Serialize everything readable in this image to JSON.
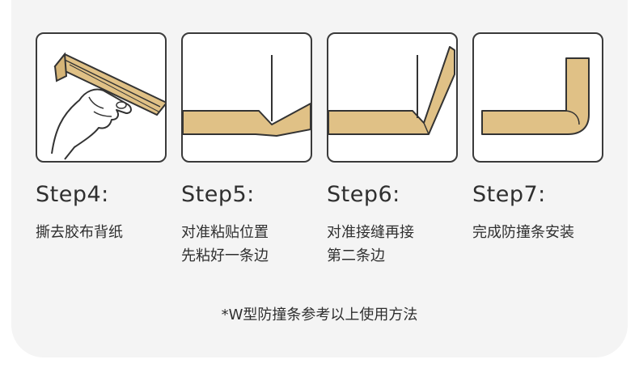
{
  "steps": [
    {
      "title": "Step4:",
      "desc": "撕去胶布背纸",
      "icon": "peel-backing-icon"
    },
    {
      "title": "Step5:",
      "desc": "对准粘贴位置\n先粘好一条边",
      "icon": "stick-first-edge-icon"
    },
    {
      "title": "Step6:",
      "desc": "对准接缝再接\n第二条边",
      "icon": "join-second-edge-icon"
    },
    {
      "title": "Step7:",
      "desc": "完成防撞条安装",
      "icon": "installed-corner-icon"
    }
  ],
  "note": "*W型防撞条参考以上使用方法",
  "colors": {
    "strip": "#e0c186",
    "stroke": "#333333",
    "background": "#f4f4f4"
  }
}
